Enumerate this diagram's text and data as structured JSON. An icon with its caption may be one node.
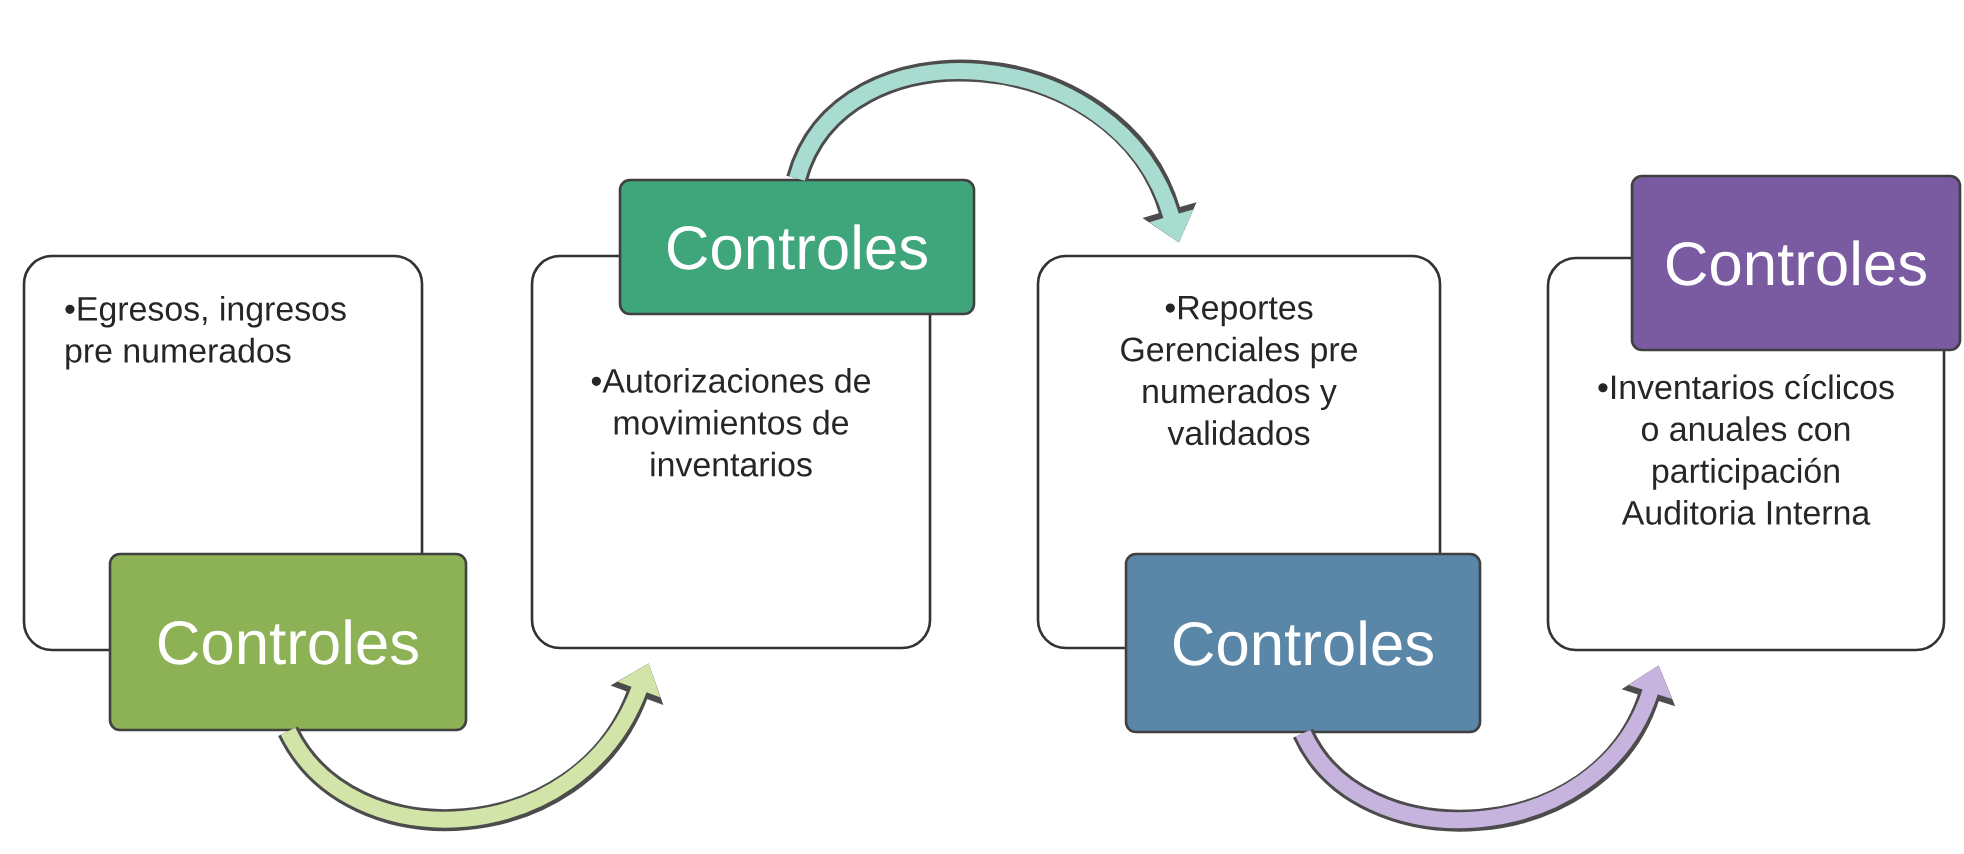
{
  "diagram": {
    "nodes": [
      {
        "text": [
          "•Egresos, ingresos pre numerados"
        ]
      },
      {
        "text": [
          "Controles"
        ]
      },
      {
        "text": [
          "•Autorizaciones de movimientos de inventarios"
        ]
      },
      {
        "text": [
          "Controles"
        ]
      },
      {
        "text": [
          "•Reportes Gerenciales pre numerados y validados"
        ]
      },
      {
        "text": [
          "Controles"
        ]
      },
      {
        "text": [
          "•Inventarios cíclicos o anuales con participación Auditoria Interna"
        ]
      },
      {
        "text": [
          "Controles"
        ]
      }
    ],
    "edges": [
      {
        "from": 1,
        "to": 2,
        "arrow": "to",
        "color": "#d2e4a8"
      },
      {
        "from": 3,
        "to": 4,
        "arrow": "to",
        "color": "#a8dcd0"
      },
      {
        "from": 5,
        "to": 6,
        "arrow": "to",
        "color": "#c6b4de"
      }
    ]
  }
}
